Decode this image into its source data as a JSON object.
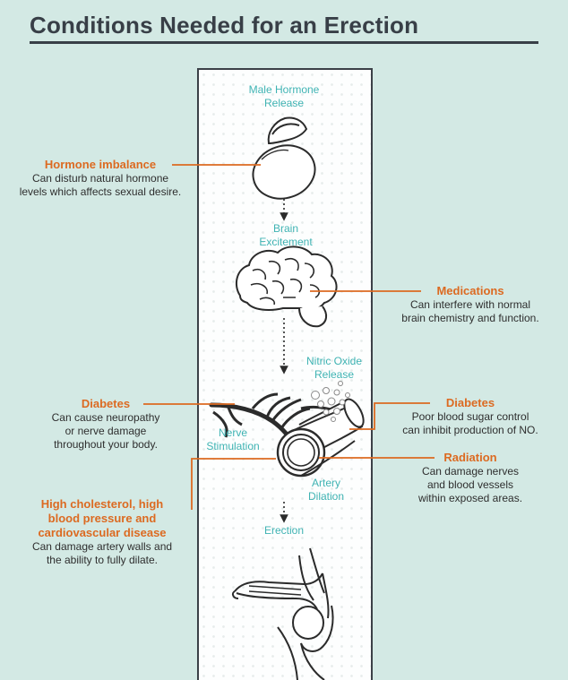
{
  "title": "Conditions Needed for an Erection",
  "colors": {
    "background": "#d3e9e4",
    "title": "#383f47",
    "stage_label": "#3fb3b3",
    "condition_heading": "#dc6a21",
    "connector": "#dc6a21",
    "line_art": "#2b2b2b"
  },
  "stages": {
    "hormone": {
      "line1": "Male Hormone",
      "line2": "Release"
    },
    "brain": {
      "line1": "Brain",
      "line2": "Excitement"
    },
    "nitric": {
      "line1": "Nitric Oxide",
      "line2": "Release"
    },
    "nerve": {
      "line1": "Nerve",
      "line2": "Stimulation"
    },
    "artery": {
      "line1": "Artery",
      "line2": "Dilation"
    },
    "erection": {
      "line1": "Erection"
    }
  },
  "conditions": {
    "hormone_imbalance": {
      "heading": "Hormone imbalance",
      "desc1": "Can disturb natural hormone",
      "desc2": "levels which affects sexual desire."
    },
    "medications": {
      "heading": "Medications",
      "desc1": "Can interfere with normal",
      "desc2": "brain chemistry and function."
    },
    "diabetes_left": {
      "heading": "Diabetes",
      "desc1": "Can cause neuropathy",
      "desc2": "or nerve damage",
      "desc3": "throughout your body."
    },
    "diabetes_right": {
      "heading": "Diabetes",
      "desc1": "Poor blood sugar control",
      "desc2": "can inhibit production of NO."
    },
    "radiation": {
      "heading": "Radiation",
      "desc1": "Can damage nerves",
      "desc2": "and blood vessels",
      "desc3": "within exposed areas."
    },
    "cholesterol": {
      "heading1": "High cholesterol, high",
      "heading2": "blood pressure and",
      "heading3": "cardiovascular disease",
      "desc1": "Can damage artery walls and",
      "desc2": "the ability to fully dilate."
    }
  }
}
